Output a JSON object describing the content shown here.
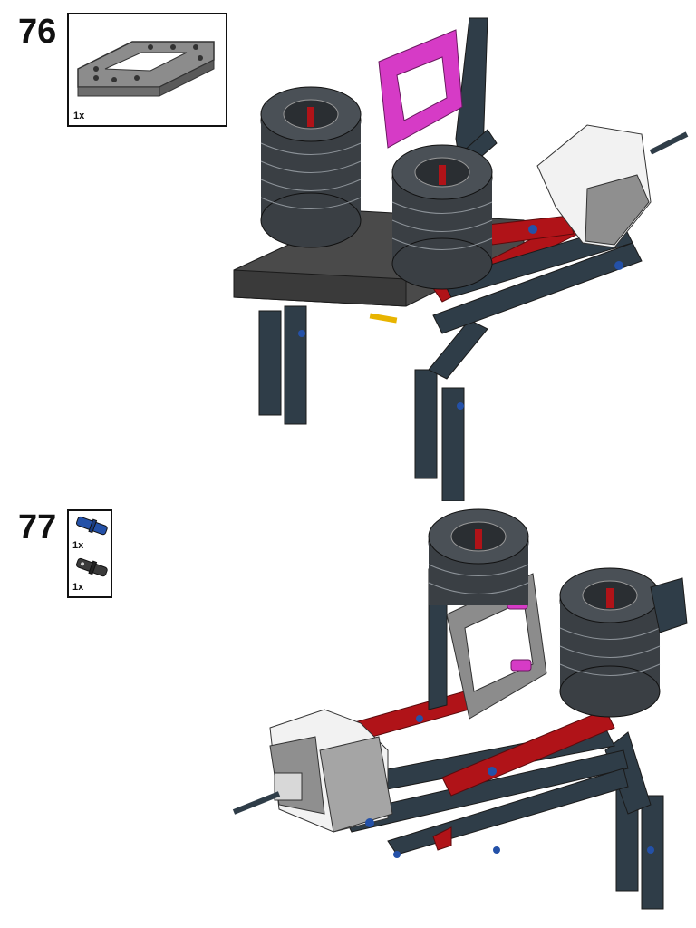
{
  "steps": [
    {
      "number": "76",
      "parts": [
        {
          "name": "grey-5x7-frame",
          "qty": "1x"
        }
      ]
    },
    {
      "number": "77",
      "parts": [
        {
          "name": "blue-axle-pin",
          "qty": "1x"
        },
        {
          "name": "black-axle-pin",
          "qty": "1x"
        }
      ]
    }
  ],
  "colors": {
    "dark_beam": "#2f3d48",
    "tire": "#3a3f44",
    "red_beam": "#b01318",
    "magenta_frame": "#d63bc6",
    "light_grey": "#8c8c8c",
    "blue_pin": "#2451a8",
    "white_motor": "#f2f2f2"
  }
}
